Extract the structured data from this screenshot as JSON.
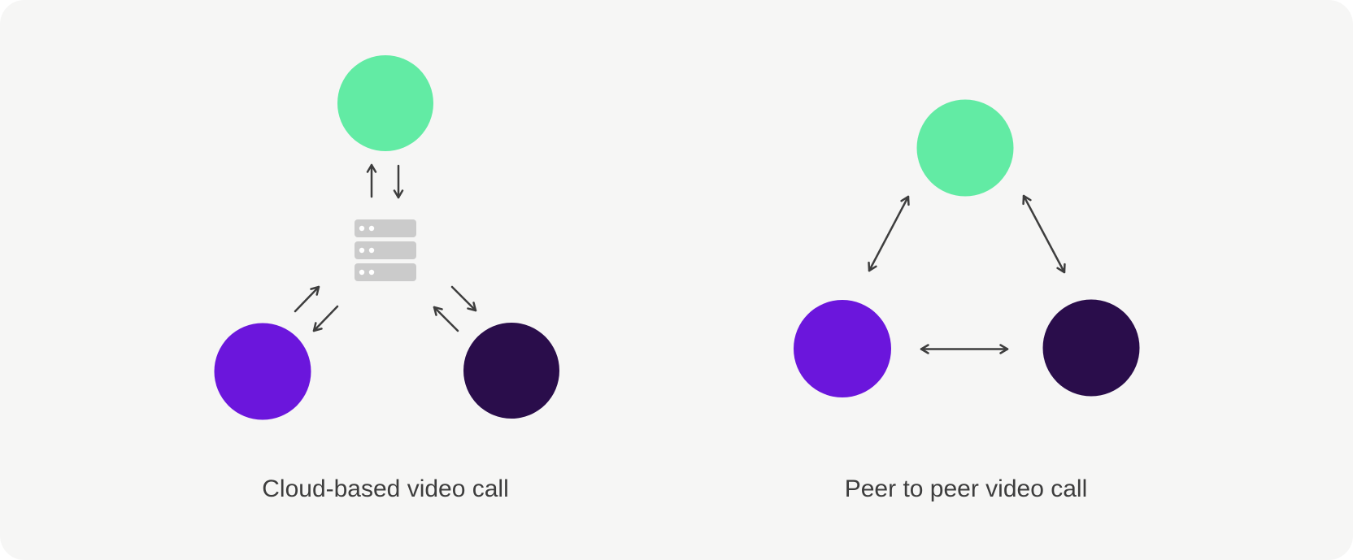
{
  "colors": {
    "page_background": "#ffffff",
    "card_background": "#f6f6f5",
    "participant_green": "#62eba4",
    "participant_purple": "#6b16dc",
    "participant_dark": "#2a0d4b",
    "arrow": "#3e3e3e",
    "server_gray": "#cbcbcb",
    "server_dot": "#ffffff",
    "caption_text": "#3d3d3d"
  },
  "diagrams": {
    "cloud": {
      "caption": "Cloud-based video call",
      "nodes": [
        "green-participant",
        "purple-participant",
        "dark-participant"
      ],
      "hub": "server-rack-icon",
      "icons": [
        "up-arrow-icon",
        "down-arrow-icon",
        "diagonal-up-right-arrow-icon",
        "diagonal-down-left-arrow-icon",
        "diagonal-down-right-arrow-icon",
        "diagonal-up-left-arrow-icon"
      ]
    },
    "p2p": {
      "caption": "Peer to peer video call",
      "nodes": [
        "green-participant",
        "purple-participant",
        "dark-participant"
      ],
      "icons": [
        "double-headed-arrow-icon",
        "double-headed-arrow-icon",
        "double-headed-arrow-icon"
      ]
    }
  }
}
